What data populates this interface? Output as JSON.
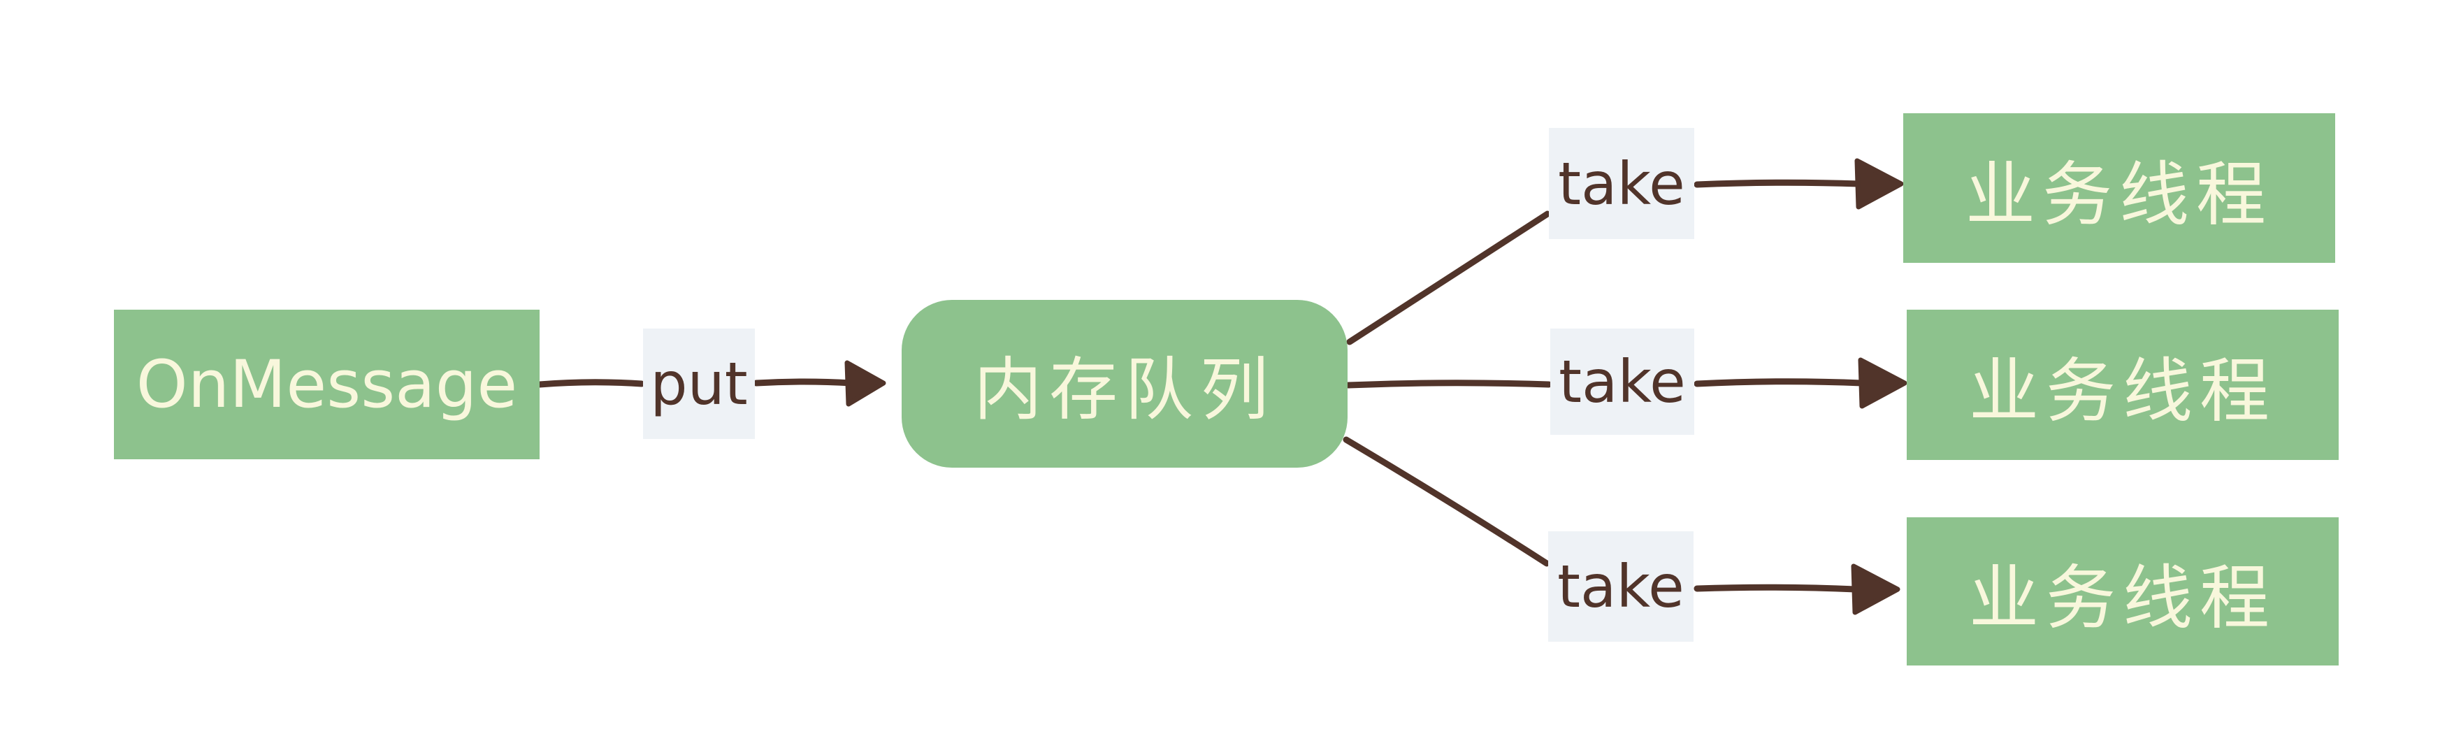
{
  "title": "Memory queue fan-out diagram",
  "colors": {
    "background": "#FFFFFF",
    "node_fill": "#8DC28D",
    "node_text": "#F8F7DC",
    "label_fill": "#EEF2F6",
    "stroke": "#51342A"
  },
  "nodes": {
    "producer": {
      "label": "OnMessage"
    },
    "queue": {
      "label": "内存队列"
    },
    "workers": [
      {
        "label": "业务线程"
      },
      {
        "label": "业务线程"
      },
      {
        "label": "业务线程"
      }
    ]
  },
  "edges": {
    "put": {
      "label": "put"
    },
    "takes": [
      {
        "label": "take"
      },
      {
        "label": "take"
      },
      {
        "label": "take"
      }
    ]
  }
}
